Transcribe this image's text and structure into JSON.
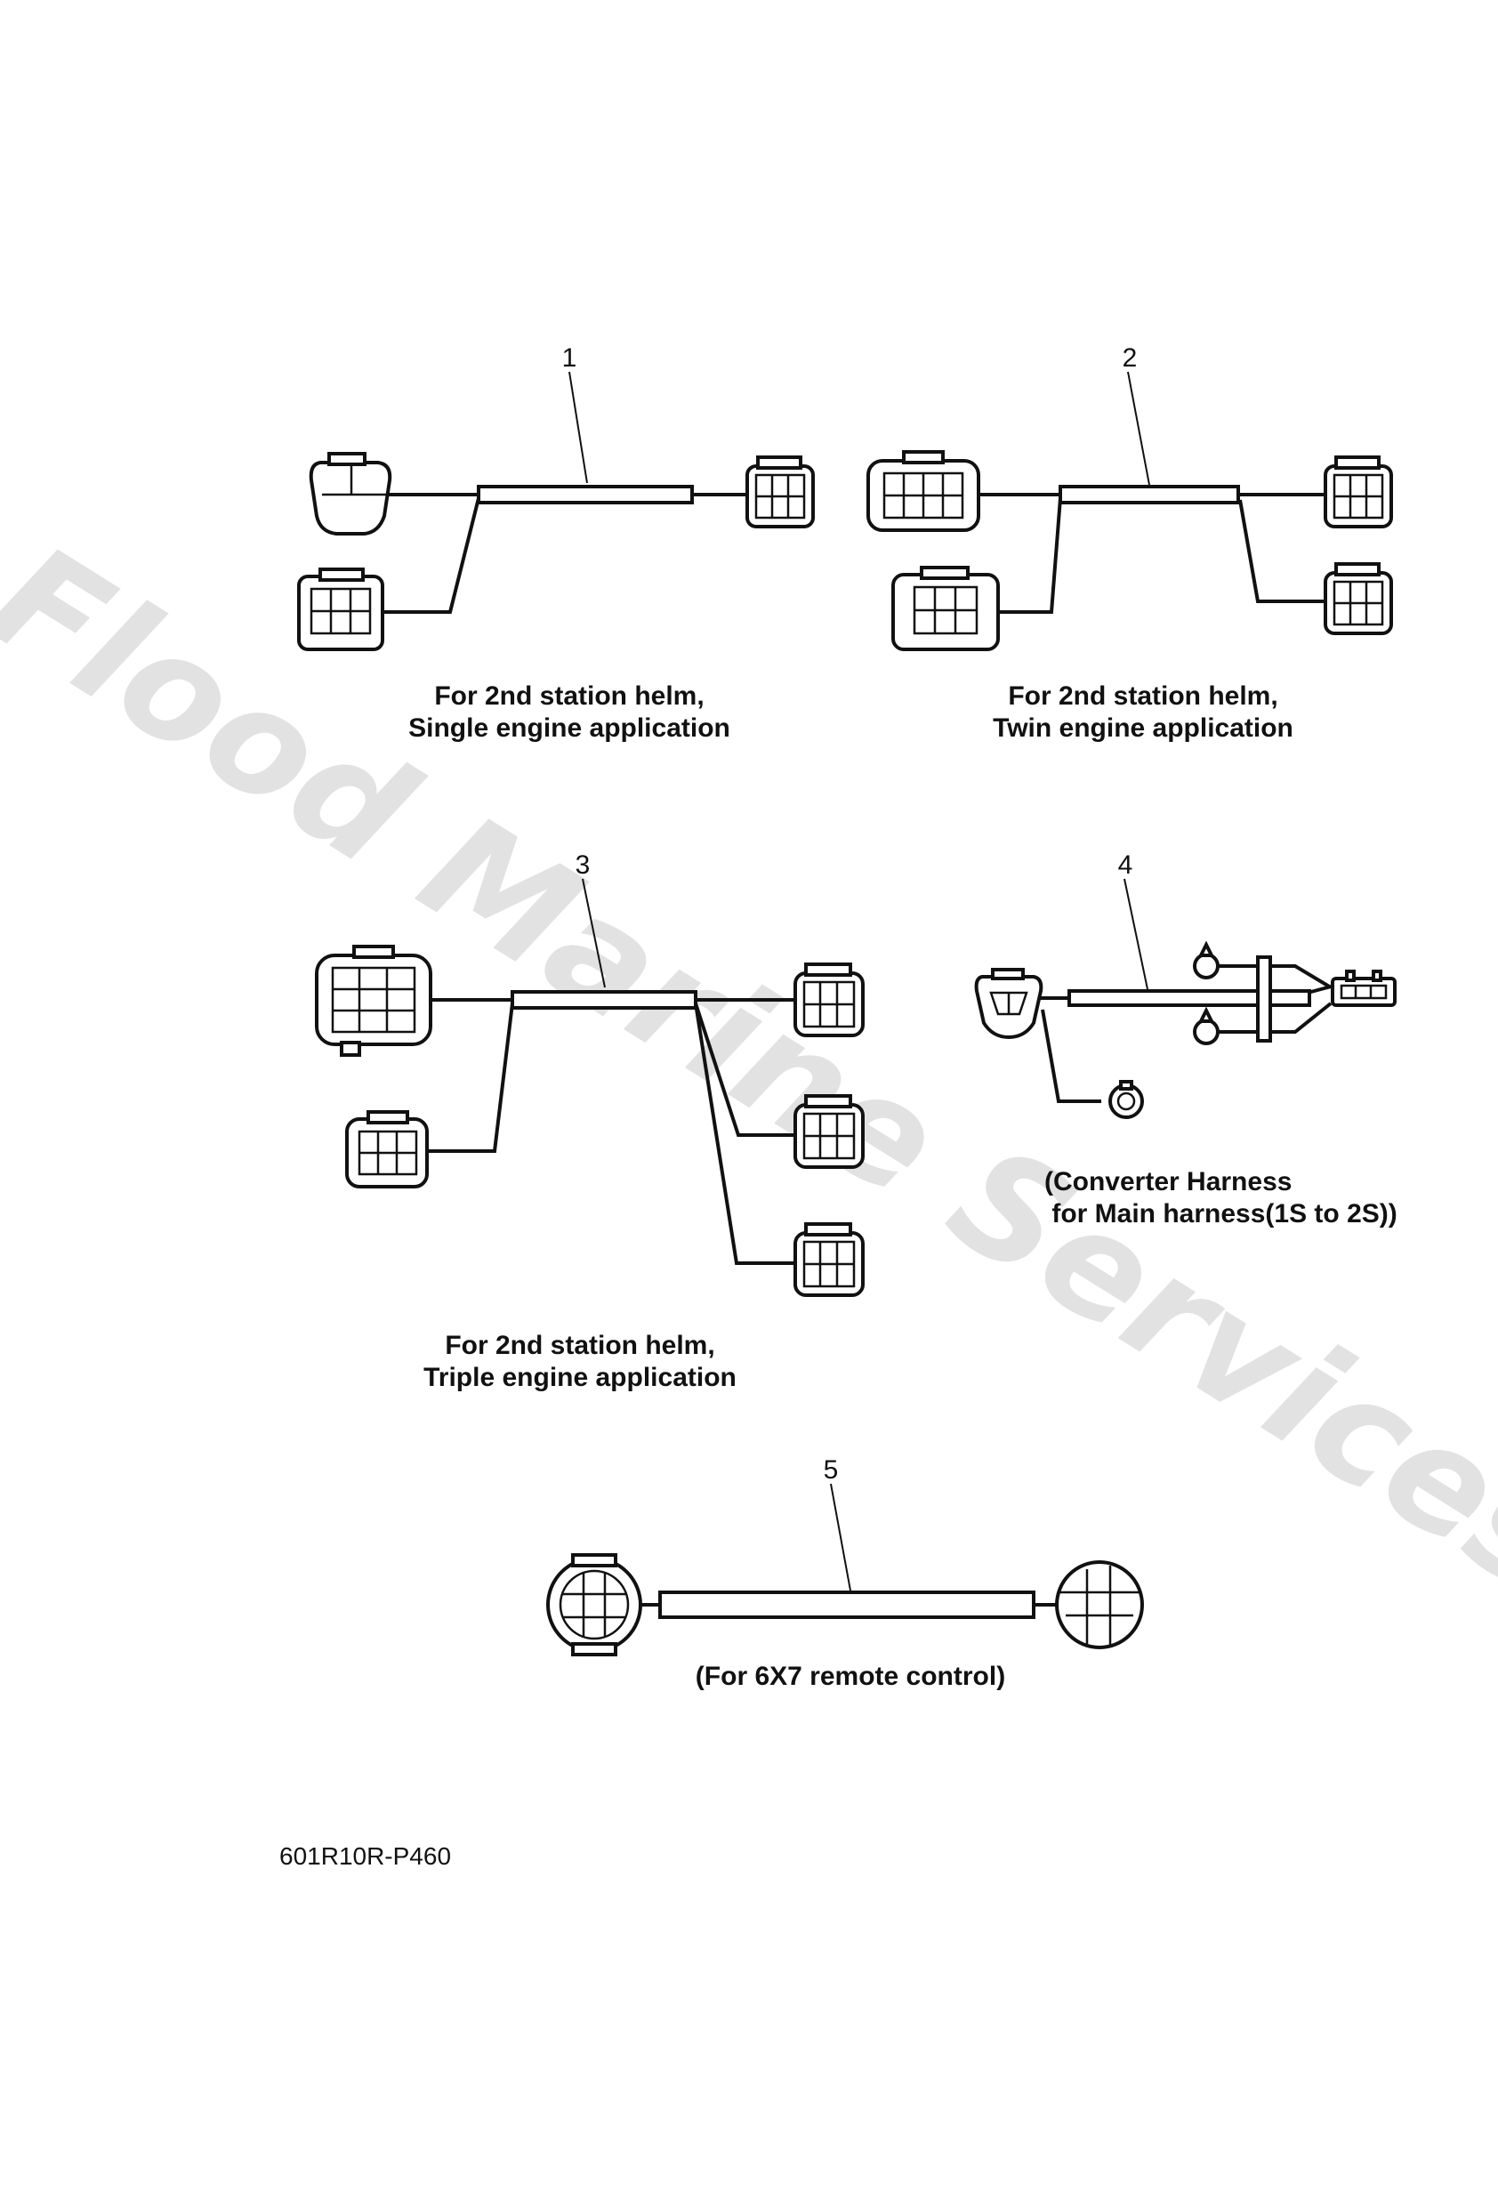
{
  "watermark": "Flood Marine Services",
  "parts": [
    {
      "number": "1",
      "caption": [
        "For 2nd station helm,",
        "Single engine application"
      ]
    },
    {
      "number": "2",
      "caption": [
        "For 2nd station helm,",
        "Twin engine application"
      ]
    },
    {
      "number": "3",
      "caption": [
        "For 2nd station helm,",
        "Triple engine application"
      ]
    },
    {
      "number": "4",
      "caption": [
        "(Converter Harness",
        " for Main harness(1S to 2S))"
      ]
    },
    {
      "number": "5",
      "caption": [
        "(For 6X7 remote control)"
      ]
    }
  ],
  "figure_code": "601R10R-P460"
}
